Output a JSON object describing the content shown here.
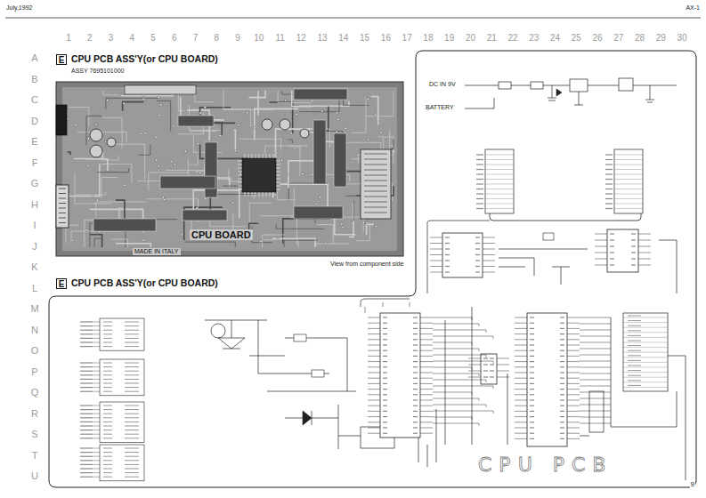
{
  "diagram": {
    "nodes": [
      {
        "text": [
          "E"
        ]
      },
      {
        "text": [
          "CPU BOARD",
          "MADE IN ITALY"
        ]
      },
      {
        "text": [
          "E"
        ]
      },
      {
        "text": [
          "CPU PCB"
        ]
      }
    ],
    "labels": [
      "July,1992",
      "AX-1",
      "1",
      "2",
      "3",
      "4",
      "5",
      "6",
      "7",
      "8",
      "9",
      "10",
      "11",
      "12",
      "13",
      "14",
      "15",
      "16",
      "17",
      "18",
      "19",
      "20",
      "21",
      "22",
      "23",
      "24",
      "25",
      "26",
      "27",
      "28",
      "29",
      "30",
      "A",
      "B",
      "C",
      "D",
      "E",
      "F",
      "G",
      "H",
      "I",
      "J",
      "K",
      "L",
      "M",
      "N",
      "O",
      "P",
      "Q",
      "R",
      "S",
      "T",
      "U",
      "CPU PCB ASS'Y(or CPU BOARD)",
      "ASSY 7695101000",
      "View from component side",
      "CPU PCB ASS'Y(or CPU BOARD)",
      "DC IN 9V",
      "BATTERY",
      "9"
    ]
  }
}
